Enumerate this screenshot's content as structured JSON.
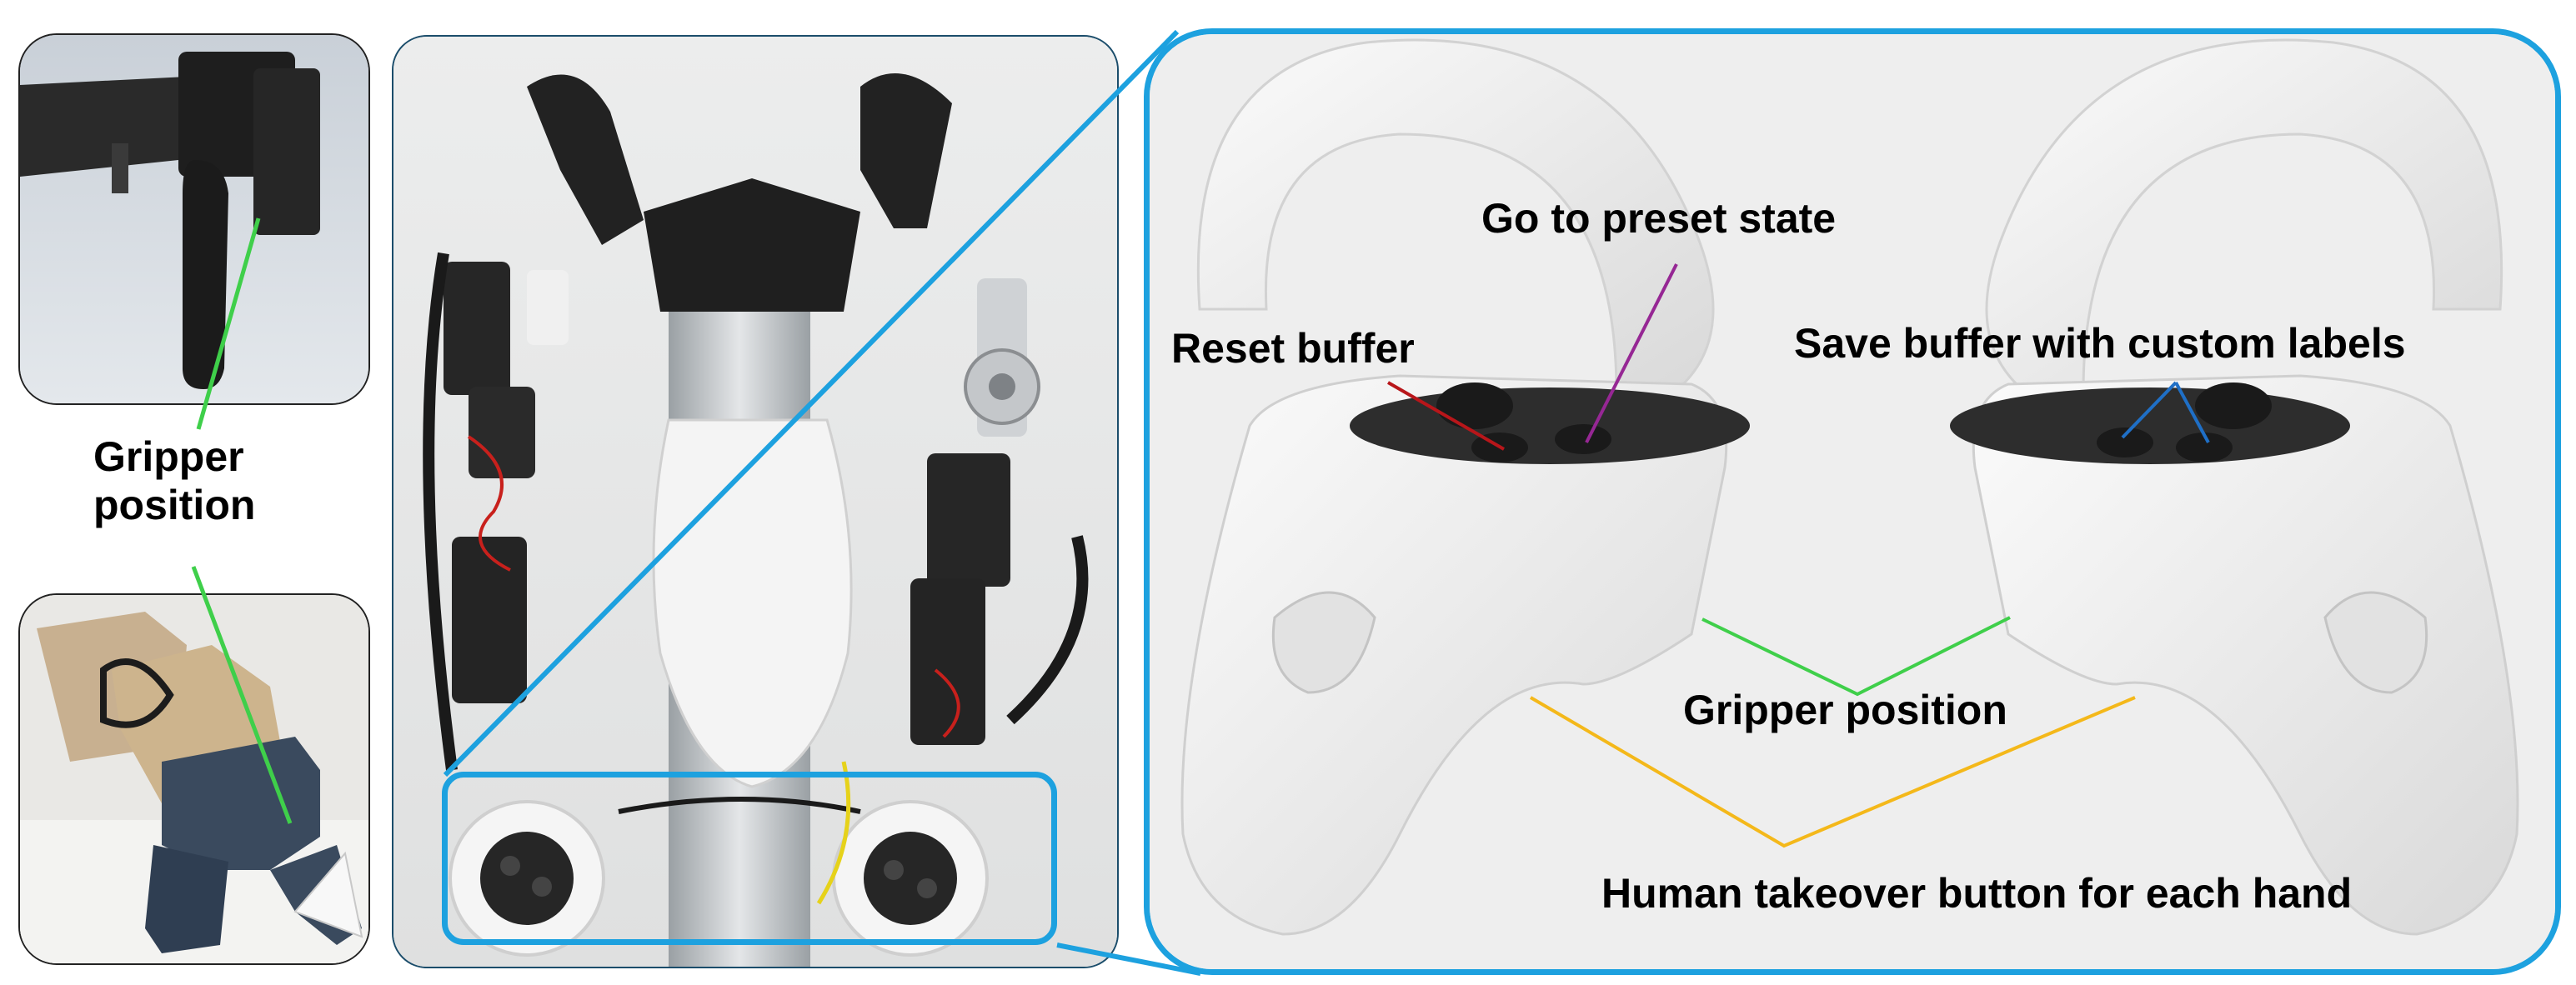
{
  "colors": {
    "frame_blue": "#1da1df",
    "gripper_green": "#3fcf4a",
    "takeover_yellow": "#f4b81a",
    "reset_red": "#b8161a",
    "preset_purple": "#962794",
    "save_blue": "#1f6fc6"
  },
  "left_panel": {
    "gripper_label_line1": "Gripper",
    "gripper_label_line2": "position"
  },
  "controller_panel": {
    "go_to_preset": "Go to preset state",
    "reset_buffer": "Reset buffer",
    "save_buffer": "Save buffer with custom labels",
    "gripper_position": "Gripper position",
    "human_takeover": "Human takeover button for each hand"
  }
}
